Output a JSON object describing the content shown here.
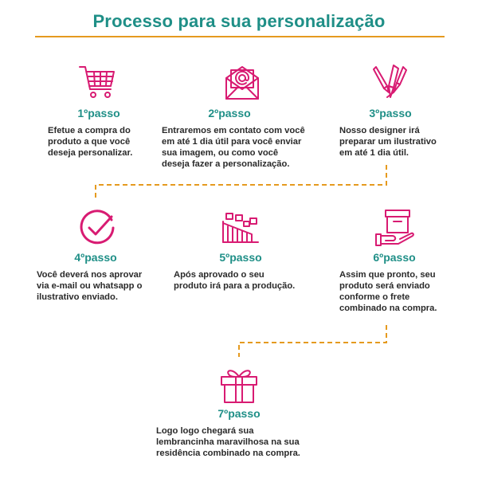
{
  "title": "Processo para sua personalização",
  "colors": {
    "title": "#1f8f87",
    "accent_line": "#e59a1f",
    "icon": "#d81b72",
    "text": "#2a2a2a"
  },
  "steps": [
    {
      "label": "1ºpasso",
      "icon": "shopping-cart-icon",
      "lines": [
        "Efetue a compra do",
        "produto a que você",
        "deseja personalizar."
      ]
    },
    {
      "label": "2ºpasso",
      "icon": "email-envelope-icon",
      "lines": [
        "Entraremos em contato com você",
        "em até 1 dia útil para você enviar",
        "sua imagem, ou como você",
        "deseja fazer a personalização."
      ]
    },
    {
      "label": "3ºpasso",
      "icon": "design-tools-icon",
      "lines": [
        "Nosso designer irá",
        "preparar um ilustrativo",
        "em até 1 dia útil."
      ]
    },
    {
      "label": "4ºpasso",
      "icon": "check-circle-icon",
      "lines": [
        "Você deverá nos aprovar",
        "via e-mail ou whatsapp o",
        "ilustrativo enviado."
      ]
    },
    {
      "label": "5ºpasso",
      "icon": "production-line-icon",
      "lines": [
        "Após aprovado o seu",
        "produto irá para a produção."
      ]
    },
    {
      "label": "6ºpasso",
      "icon": "box-on-hand-icon",
      "lines": [
        "Assim que pronto, seu",
        "produto será enviado",
        "conforme o frete",
        "combinado na compra."
      ]
    },
    {
      "label": "7ºpasso",
      "icon": "gift-box-icon",
      "lines": [
        "Logo logo chegará sua",
        "lembrancinha maravilhosa na sua",
        "residência combinado na compra."
      ]
    }
  ]
}
